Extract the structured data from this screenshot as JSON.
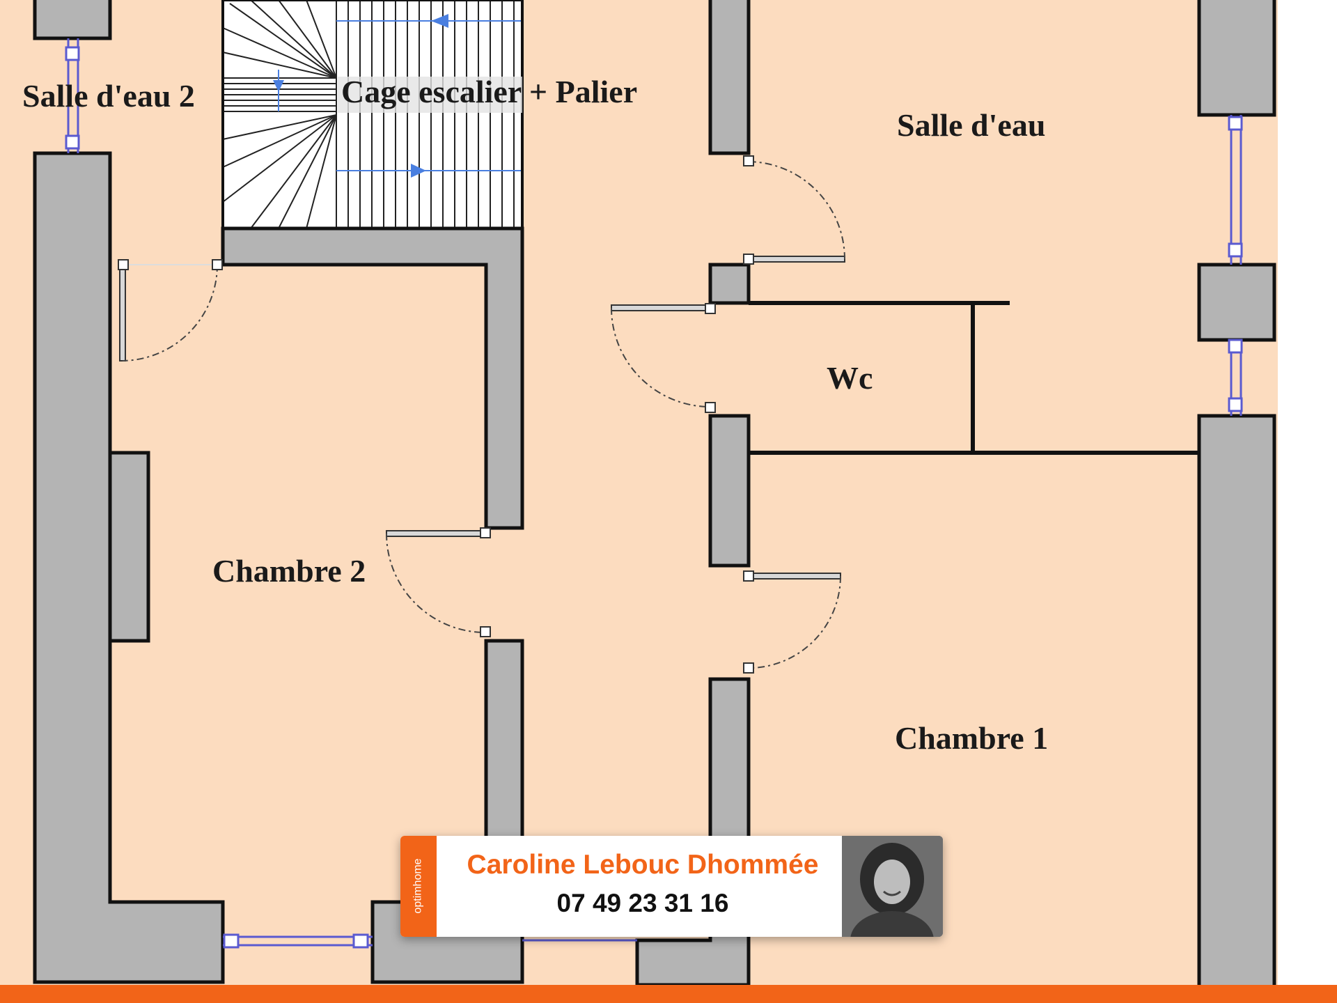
{
  "floor_plan": {
    "background_color": "#fcdcbf",
    "wall_color": "#b4b4b4",
    "rooms": [
      {
        "id": "salle-deau-2",
        "label": "Salle d'eau 2"
      },
      {
        "id": "cage-escalier",
        "label": "Cage escalier + Palier"
      },
      {
        "id": "salle-deau",
        "label": "Salle d'eau"
      },
      {
        "id": "wc",
        "label": "Wc"
      },
      {
        "id": "chambre-2",
        "label": "Chambre 2"
      },
      {
        "id": "chambre-1",
        "label": "Chambre 1"
      }
    ]
  },
  "agent_card": {
    "brand": "optimhome",
    "name": "Caroline Lebouc Dhommée",
    "phone": "07 49 23 31 16",
    "accent_color": "#f26418",
    "photo_icon": "agent-portrait"
  }
}
